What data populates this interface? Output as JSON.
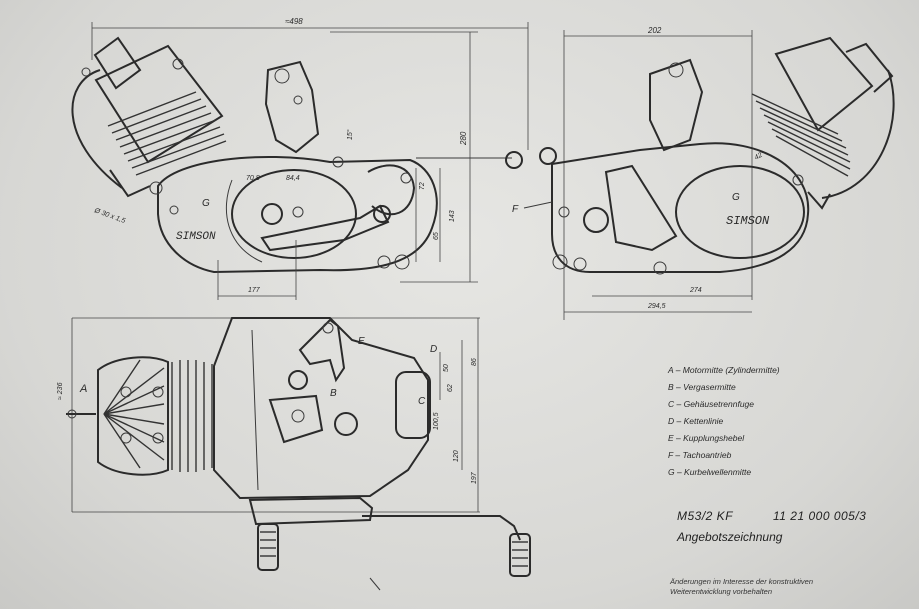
{
  "legend": {
    "items": [
      {
        "key": "A",
        "text": "A – Motormitte (Zylindermitte)"
      },
      {
        "key": "B",
        "text": "B – Vergasermitte"
      },
      {
        "key": "C",
        "text": "C – Gehäusetrennfuge"
      },
      {
        "key": "D",
        "text": "D – Kettenlinie"
      },
      {
        "key": "E",
        "text": "E – Kupplungshebel"
      },
      {
        "key": "F",
        "text": "F – Tachoantrieb"
      },
      {
        "key": "G",
        "text": "G – Kurbelwellenmitte"
      }
    ]
  },
  "title_block": {
    "model": "M53/2 KF",
    "number": "11 21 000 005/3",
    "drawing_title": "Angebotszeichnung",
    "note_line1": "Änderungen im Interesse der konstruktiven",
    "note_line2": "Weiterentwicklung vorbehalten"
  },
  "views": {
    "left": {
      "brand": "SIMSON",
      "label_g": "G",
      "dims": {
        "overall_width": "≈498",
        "height": "280",
        "lower_width": "177",
        "offset_a": "70,8",
        "offset_b": "84,4",
        "angle": "15°",
        "v1": "72",
        "v2": "65",
        "v3": "143",
        "exhaust": "Ø 30 x 1,5"
      }
    },
    "right": {
      "brand": "SIMSON",
      "label_g": "G",
      "label_f": "F",
      "dims": {
        "top_width": "202",
        "bottom_a": "274",
        "bottom_b": "294,5",
        "angle": "42°"
      }
    },
    "plan": {
      "label_a": "A",
      "label_b": "B",
      "label_c": "C",
      "label_d": "D",
      "label_e": "E",
      "dims": {
        "a_offset": "≈ 236",
        "d1": "50",
        "d2": "62",
        "d3": "86",
        "c1": "100,5",
        "lower1": "120",
        "lower2": "197"
      }
    }
  }
}
